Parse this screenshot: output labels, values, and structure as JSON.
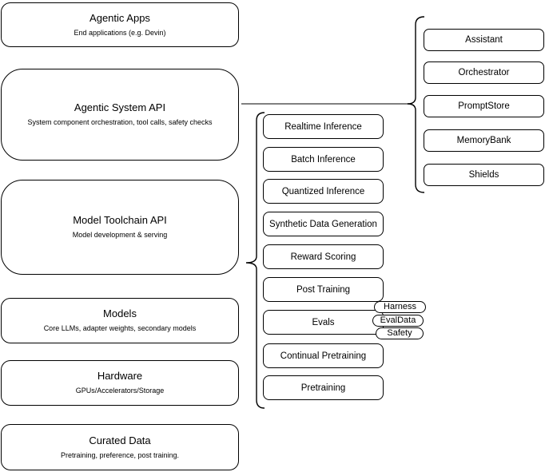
{
  "left_column": [
    {
      "title": "Agentic Apps",
      "subtitle": "End applications (e.g. Devin)"
    },
    {
      "title": "Agentic System API",
      "subtitle": "System component orchestration, tool calls, safety checks"
    },
    {
      "title": "Model Toolchain API",
      "subtitle": "Model development & serving"
    },
    {
      "title": "Models",
      "subtitle": "Core LLMs, adapter weights, secondary models"
    },
    {
      "title": "Hardware",
      "subtitle": "GPUs/Accelerators/Storage"
    },
    {
      "title": "Curated Data",
      "subtitle": "Pretraining, preference, post training."
    }
  ],
  "middle_column": [
    "Realtime Inference",
    "Batch Inference",
    "Quantized Inference",
    "Synthetic Data Generation",
    "Reward Scoring",
    "Post Training",
    "Evals",
    "Continual Pretraining",
    "Pretraining"
  ],
  "eval_tags": [
    "Harness",
    "EvalData",
    "Safety"
  ],
  "right_column": [
    "Assistant",
    "Orchestrator",
    "PromptStore",
    "MemoryBank",
    "Shields"
  ],
  "colors": {
    "node_stroke": "#000000",
    "node_fill": "#ffffff",
    "text": "#000000",
    "connector": "#6e6e6e"
  }
}
